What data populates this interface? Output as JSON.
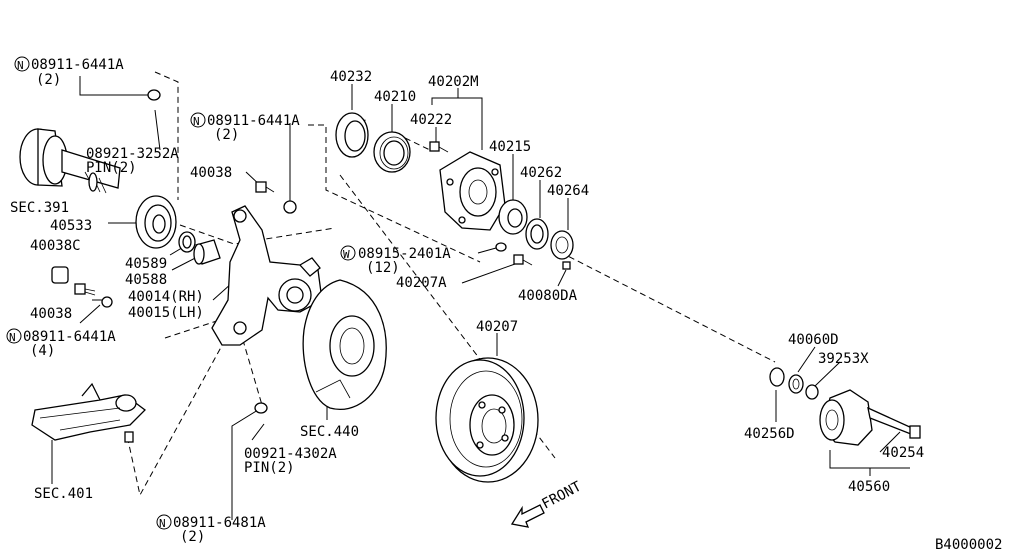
{
  "labels": {
    "nut_2": "08911-6441A",
    "nut_2_qty": "(2)",
    "pin_2": "08921-3252A",
    "pin_2_qty": "PIN(2)",
    "sec391": "SEC.391",
    "p40533": "40533",
    "p40038c": "40038C",
    "p40038_left": "40038",
    "nut_4": "08911-6441A",
    "nut_4_qty": "(4)",
    "p40589": "40589",
    "p40588": "40588",
    "p40014": "40014(RH)",
    "p40015": "40015(LH)",
    "p40038_top": "40038",
    "nut_mid": "08911-6441A",
    "nut_mid_qty": "(2)",
    "sec401": "SEC.401",
    "pin_bot": "00921-4302A",
    "pin_bot_qty": "PIN(2)",
    "nut_bot": "08911-6481A",
    "nut_bot_qty": "(2)",
    "sec440": "SEC.440",
    "p40232": "40232",
    "p40210": "40210",
    "p40202m": "40202M",
    "p40222": "40222",
    "p40215": "40215",
    "p40262": "40262",
    "p40264": "40264",
    "washer": "08915-2401A",
    "washer_qty": "(12)",
    "p40207a": "40207A",
    "p40080da": "40080DA",
    "p40207": "40207",
    "p40060d": "40060D",
    "p39253x": "39253X",
    "p40256d": "40256D",
    "p40254": "40254",
    "p40560": "40560",
    "front": "FRONT",
    "diagram_code": "B4000002"
  },
  "markers": {
    "nut": "N",
    "washer": "W"
  }
}
